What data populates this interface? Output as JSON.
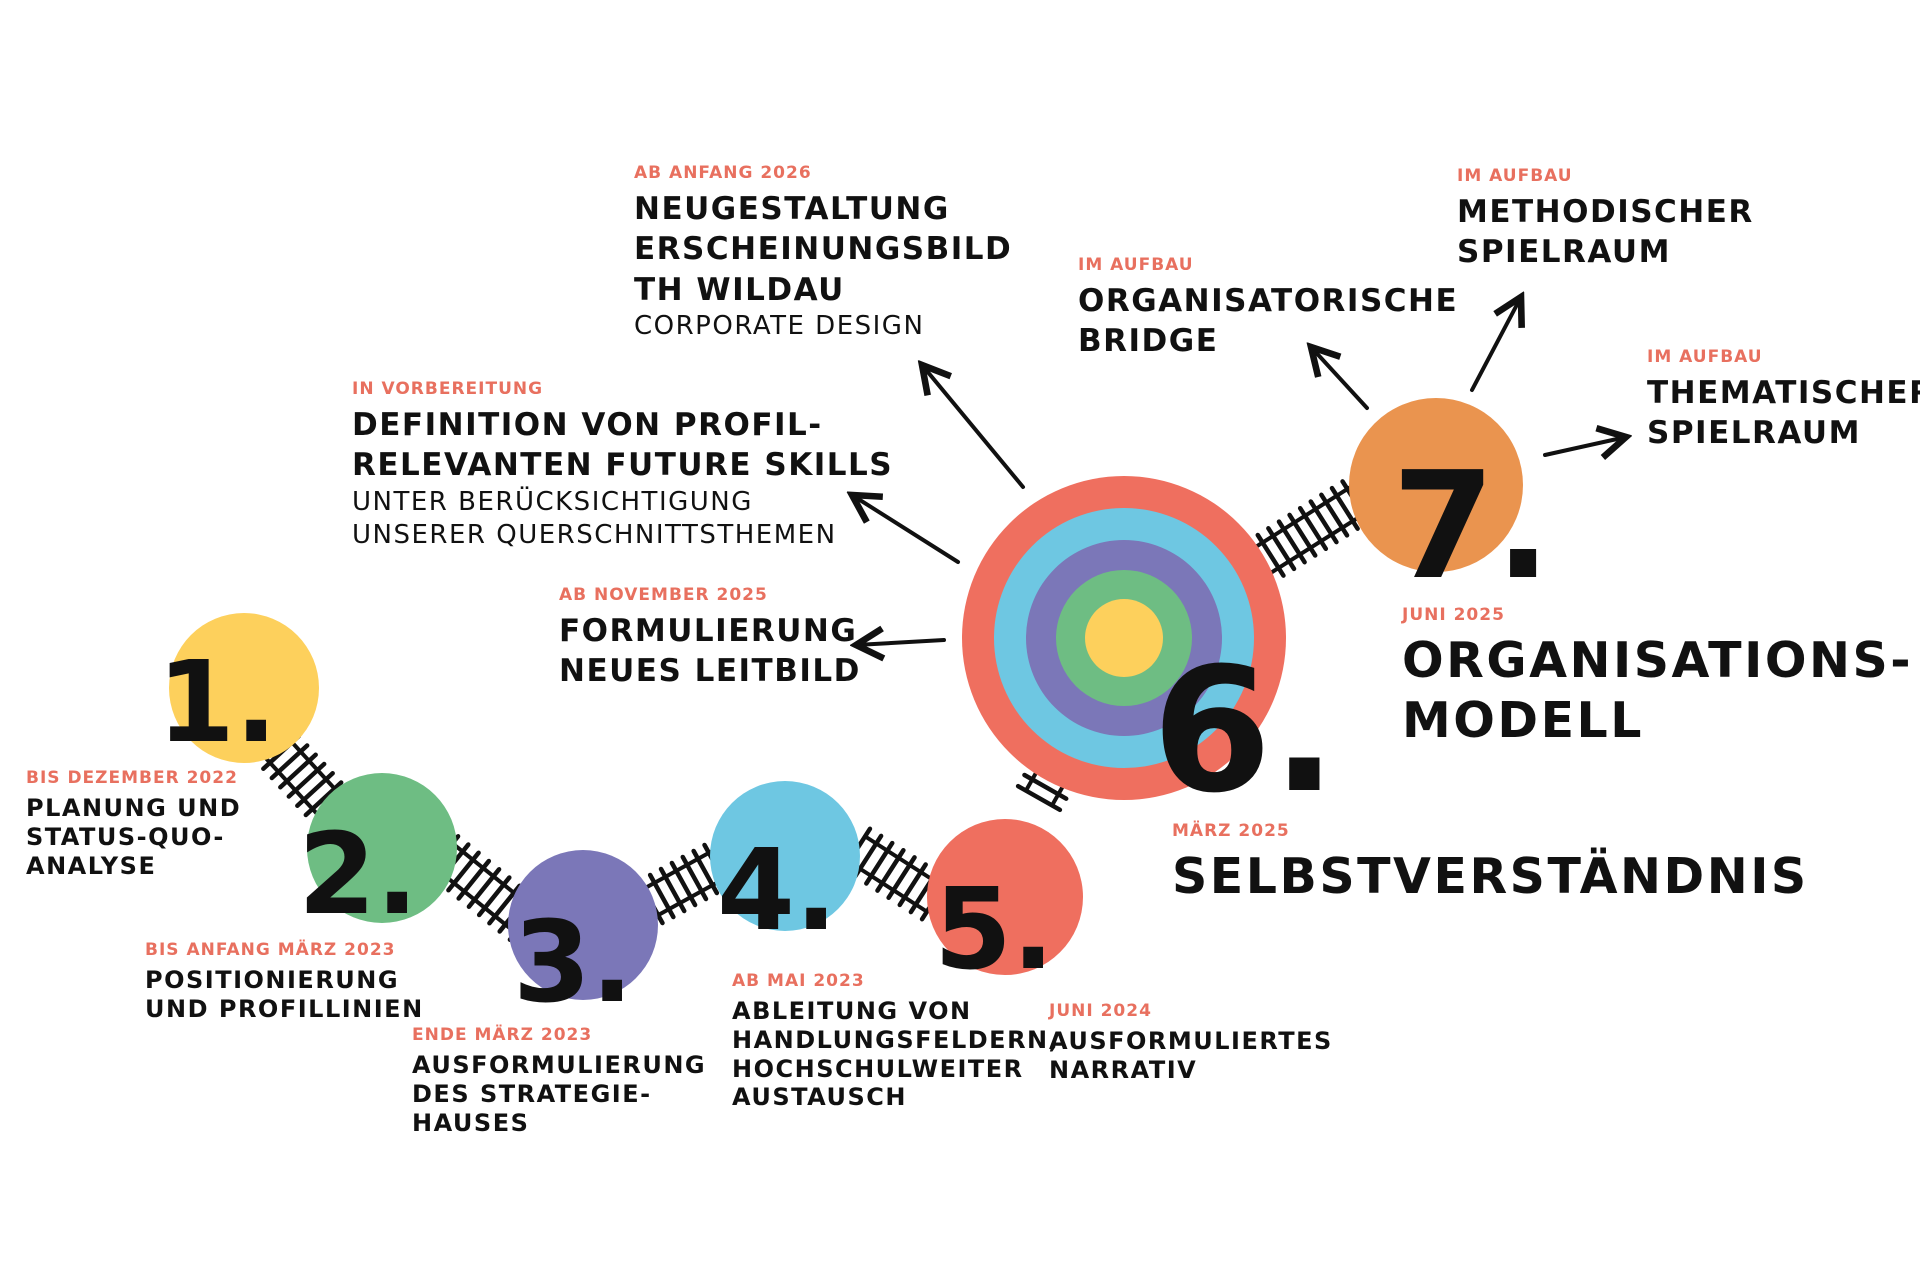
{
  "colors": {
    "yellow": "#fdd05c",
    "green": "#6ebd83",
    "purple": "#7b77b8",
    "blue": "#6ec7e2",
    "red": "#ef6f5f",
    "orange": "#ea944f",
    "date_accent": "#e8705f",
    "ink": "#111111"
  },
  "steps": [
    {
      "number": "1.",
      "date": "BIS DEZEMBER 2022",
      "title": "PLANUNG UND\nSTATUS-QUO-\nANALYSE"
    },
    {
      "number": "2.",
      "date": "BIS ANFANG MÄRZ 2023",
      "title": "POSITIONIERUNG\nUND PROFILLINIEN"
    },
    {
      "number": "3.",
      "date": "ENDE MÄRZ 2023",
      "title": "AUSFORMULIERUNG\nDES STRATEGIE-\nHAUSES"
    },
    {
      "number": "4.",
      "date": "AB MAI 2023",
      "title": "ABLEITUNG VON\nHANDLUNGSFELDERN,\nHOCHSCHULWEITER\nAUSTAUSCH"
    },
    {
      "number": "5.",
      "date": "JUNI 2024",
      "title": "AUSFORMULIERTES\nNARRATIV"
    },
    {
      "number": "6.",
      "date": "MÄRZ 2025",
      "title": "SELBSTVERSTÄNDNIS"
    },
    {
      "number": "7.",
      "date": "JUNI 2025",
      "title": "ORGANISATIONS-\nMODELL"
    }
  ],
  "outcomes_step6": [
    {
      "date": "AB NOVEMBER 2025",
      "title": "FORMULIERUNG\nNEUES LEITBILD",
      "subtitle": ""
    },
    {
      "date": "IN VORBEREITUNG",
      "title": "DEFINITION VON PROFIL-\nRELEVANTEN FUTURE SKILLS",
      "subtitle": "UNTER BERÜCKSICHTIGUNG\nUNSERER QUERSCHNITTSTHEMEN"
    },
    {
      "date": "AB ANFANG 2026",
      "title": "NEUGESTALTUNG\nERSCHEINUNGSBILD\nTH WILDAU",
      "subtitle": "CORPORATE DESIGN"
    }
  ],
  "outcomes_step7": [
    {
      "date": "IM AUFBAU",
      "title": "ORGANISATORISCHE\nBRIDGE"
    },
    {
      "date": "IM AUFBAU",
      "title": "METHODISCHER\nSPIELRAUM"
    },
    {
      "date": "IM AUFBAU",
      "title": "THEMATISCHER\nSPIELRAUM"
    }
  ]
}
